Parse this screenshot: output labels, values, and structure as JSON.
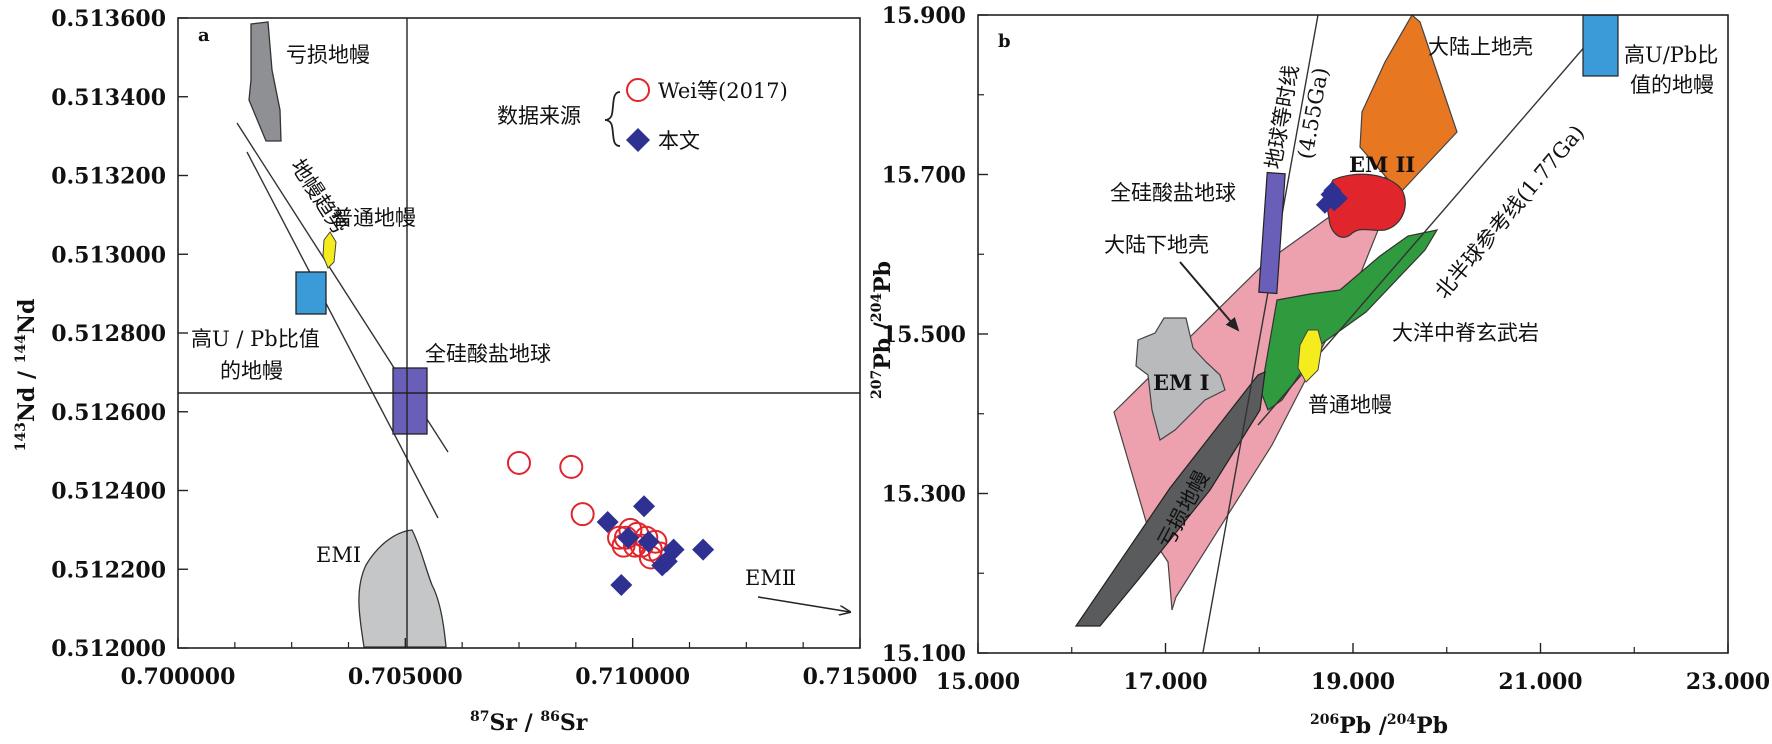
{
  "chart_data": [
    {
      "panel": "a",
      "type": "scatter",
      "xlabel_main": "Sr / ",
      "xlabel_sup1": "87",
      "xlabel_sup2": "86",
      "xlabel_end": "Sr",
      "ylabel_sup1": "143",
      "ylabel_mid": "Nd / ",
      "ylabel_sup2": "144",
      "ylabel_end": "Nd",
      "xlim": [
        0.7,
        0.715
      ],
      "ylim": [
        0.512,
        0.5136
      ],
      "xticks": [
        "0.700000",
        "0.705000",
        "0.710000",
        "0.715000"
      ],
      "yticks": [
        "0.512000",
        "0.512200",
        "0.512400",
        "0.512600",
        "0.512800",
        "0.513000",
        "0.513200",
        "0.513400",
        "0.513600"
      ],
      "reference_lines": {
        "x": 0.705,
        "y": 0.51265
      },
      "legend": {
        "title": "数据来源",
        "entries": [
          {
            "name": "Wei等(2017)",
            "marker": "open-circle",
            "color": "#e0262c"
          },
          {
            "name": "本文",
            "marker": "diamond",
            "color": "#2e3192"
          }
        ]
      },
      "series": [
        {
          "name": "Wei等(2017)",
          "points": [
            [
              0.7075,
              0.51247
            ],
            [
              0.70865,
              0.51246
            ],
            [
              0.7089,
              0.51234
            ],
            [
              0.7097,
              0.51228
            ],
            [
              0.70985,
              0.51228
            ],
            [
              0.70995,
              0.5123
            ],
            [
              0.71005,
              0.51226
            ],
            [
              0.7101,
              0.51229
            ],
            [
              0.7102,
              0.51226
            ],
            [
              0.7103,
              0.51228
            ],
            [
              0.7104,
              0.51225
            ],
            [
              0.7105,
              0.51227
            ],
            [
              0.7106,
              0.51224
            ],
            [
              0.7098,
              0.51226
            ],
            [
              0.7104,
              0.51223
            ]
          ]
        },
        {
          "name": "本文",
          "points": [
            [
              0.70945,
              0.51232
            ],
            [
              0.7099,
              0.51228
            ],
            [
              0.71025,
              0.51236
            ],
            [
              0.71035,
              0.51227
            ],
            [
              0.71075,
              0.51222
            ],
            [
              0.7109,
              0.51225
            ],
            [
              0.71155,
              0.51225
            ],
            [
              0.70975,
              0.51216
            ],
            [
              0.71065,
              0.51221
            ]
          ]
        }
      ],
      "fields": [
        {
          "name": "亏损地幔",
          "color": "#8e9093"
        },
        {
          "name": "普通地幔",
          "color": "#f5ec1e"
        },
        {
          "name": "高U / Pb比值的地幔",
          "color": "#3b9ad8"
        },
        {
          "name": "全硅酸盐地球",
          "color": "#6a5fb8"
        },
        {
          "name": "EMⅠ",
          "color": "#c4c6c8"
        }
      ],
      "annotations": [
        "地幔趋势",
        "EMⅡ"
      ]
    },
    {
      "panel": "b",
      "type": "scatter",
      "xlabel_sup1": "206",
      "xlabel_mid": "Pb /",
      "xlabel_sup2": "204",
      "xlabel_end": "Pb",
      "ylabel_sup1": "207",
      "ylabel_mid": "Pb /",
      "ylabel_sup2": "204",
      "ylabel_end": "Pb",
      "xlim": [
        15.0,
        23.0
      ],
      "ylim": [
        15.1,
        15.9
      ],
      "xticks": [
        "15.000",
        "17.000",
        "19.000",
        "21.000",
        "23.000"
      ],
      "yticks": [
        "15.100",
        "15.300",
        "15.500",
        "15.700",
        "15.900"
      ],
      "series": [
        {
          "name": "本文",
          "points": [
            [
              18.75,
              15.675
            ],
            [
              18.8,
              15.665
            ],
            [
              18.7,
              15.662
            ],
            [
              18.85,
              15.67
            ],
            [
              18.78,
              15.68
            ]
          ]
        }
      ],
      "fields": [
        {
          "name": "大陆上地壳",
          "color": "#e87722"
        },
        {
          "name": "高U/Pb比值的地幔",
          "color": "#3b9ad8"
        },
        {
          "name": "EM II",
          "color": "#e0262c"
        },
        {
          "name": "大陆下地壳",
          "color": "#eda0ad"
        },
        {
          "name": "大洋中脊玄武岩",
          "color": "#2f9a3e"
        },
        {
          "name": "普通地幔",
          "color": "#f5ec1e"
        },
        {
          "name": "EM I",
          "color": "#b8babc"
        },
        {
          "name": "亏损地幔",
          "color": "#5a5b5d"
        },
        {
          "name": "全硅酸盐地球",
          "color": "#6a5fb8"
        }
      ],
      "lines": [
        "地球等时线(4.55Ga)",
        "北半球参考线(1.77Ga)"
      ]
    }
  ]
}
